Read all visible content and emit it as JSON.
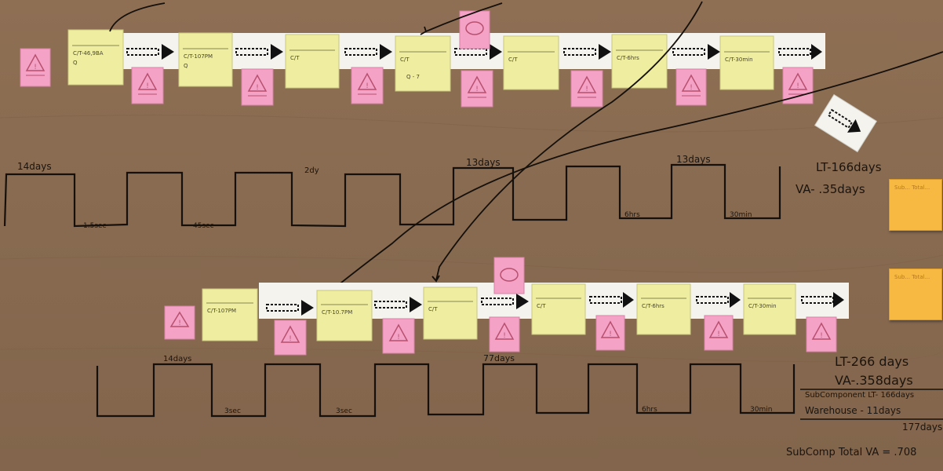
{
  "top_map": {
    "wait_labels": [
      "14days",
      "1.5sec",
      "45sec",
      "2dy",
      "13days",
      "6hrs",
      "13days",
      "30min"
    ],
    "lead_time": "LT-166days",
    "value_added": "VA- .35days"
  },
  "bottom_map": {
    "wait_labels": [
      "14days",
      "3sec",
      "3sec",
      "77days",
      "6hrs",
      "30min"
    ],
    "lead_time": "LT-266 days",
    "value_added": "VA-.358days",
    "subcomponent_lt": "SubComponent LT- 166days",
    "warehouse": "Warehouse - 11days",
    "total": "177days",
    "subcomp_total_va": "SubComp Total VA = .708"
  },
  "process_card_labels": [
    "C/T-107PM",
    "C/T-10.7PM",
    "C/T",
    "C/T",
    "C/T-6hrs",
    "C/T-30min"
  ],
  "side_notes": [
    "Sub... Total...",
    "Sub... Total..."
  ],
  "colors": {
    "kraft_paper": "#8a6c52",
    "process_card": "#eeeda0",
    "kanban_note": "#f4a2c6",
    "side_note": "#f7b941",
    "ink": "#1b140e"
  }
}
